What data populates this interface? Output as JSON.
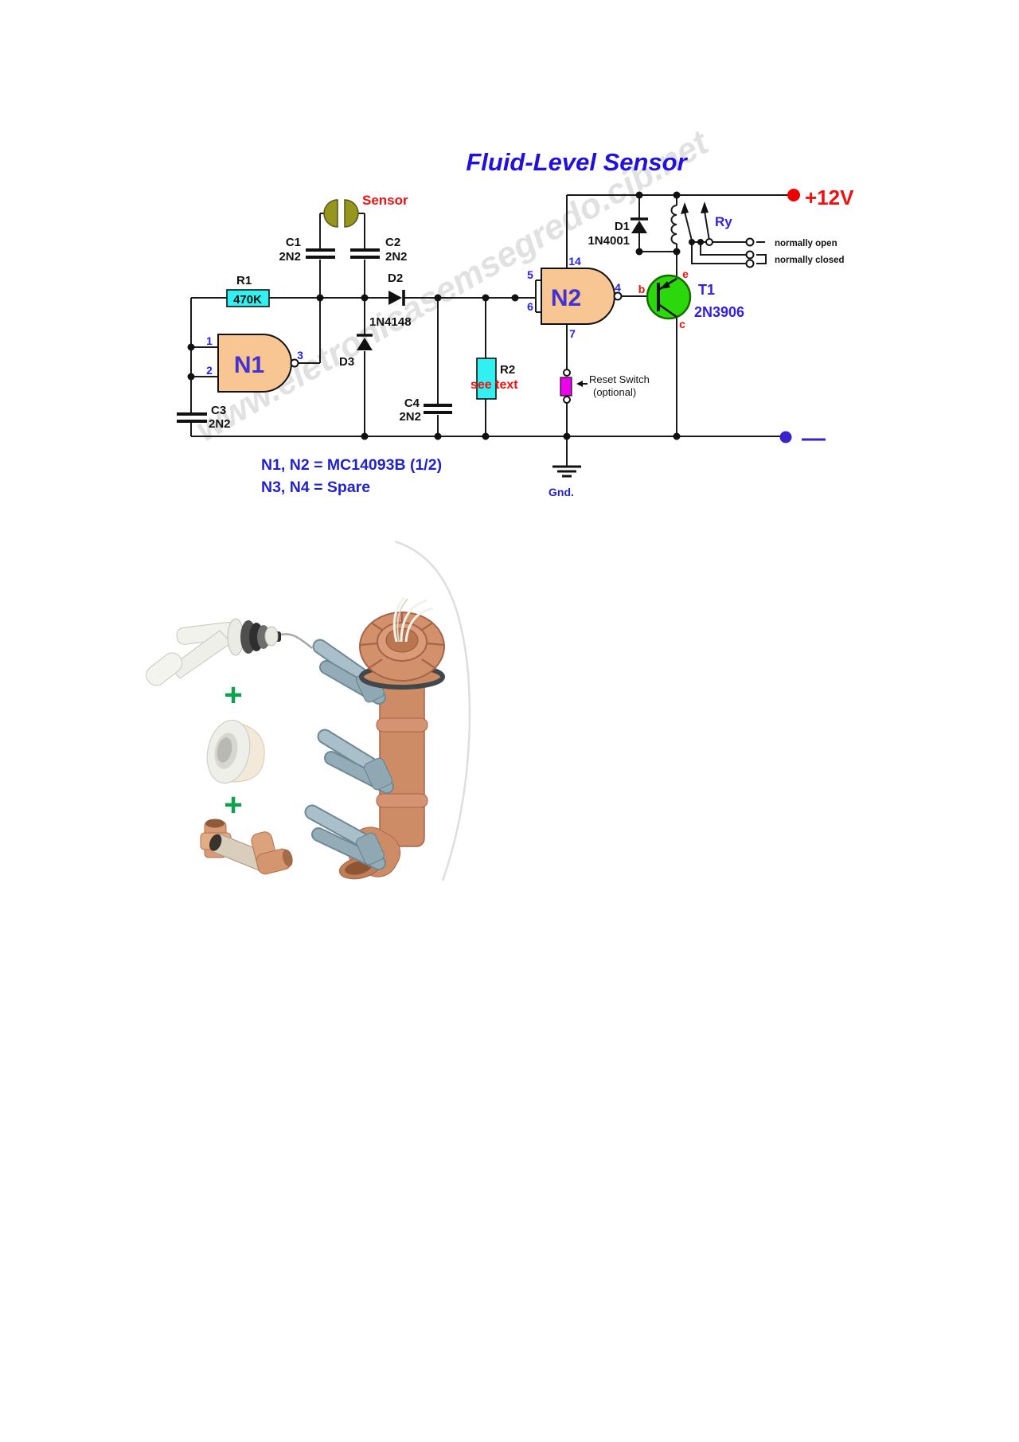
{
  "schematic": {
    "title": "Fluid-Level Sensor",
    "watermark": "www.eletronicasemsegredo.cjb.net",
    "sensor_label": "Sensor",
    "power": {
      "positive": "+12V",
      "negative_symbol": "—",
      "ground": "Gnd."
    },
    "components": {
      "r1": {
        "ref": "R1",
        "value": "470K"
      },
      "r2": {
        "ref": "R2",
        "value": "see text"
      },
      "c1": {
        "ref": "C1",
        "value": "2N2"
      },
      "c2": {
        "ref": "C2",
        "value": "2N2"
      },
      "c3": {
        "ref": "C3",
        "value": "2N2"
      },
      "c4": {
        "ref": "C4",
        "value": "2N2"
      },
      "d1": {
        "ref": "D1",
        "value": "1N4001"
      },
      "d2": {
        "ref": "D2",
        "value": "1N4148"
      },
      "d3": {
        "ref": "D3"
      },
      "n1": {
        "ref": "N1"
      },
      "n2": {
        "ref": "N2"
      },
      "t1": {
        "ref": "T1",
        "value": "2N3906"
      },
      "relay": {
        "ref": "Ry",
        "contact_no": "normally open",
        "contact_nc": "normally closed"
      },
      "reset_switch": {
        "label": "Reset Switch",
        "note": "(optional)"
      }
    },
    "pins": {
      "n1_in1": "1",
      "n1_in2": "2",
      "n1_out": "3",
      "n2_in1": "5",
      "n2_in2": "6",
      "n2_out": "4",
      "n2_vdd": "14",
      "n2_gnd": "7"
    },
    "transistor_terminals": {
      "e": "e",
      "b": "b",
      "c": "c"
    },
    "notes": [
      "N1, N2 = MC14093B (1/2)",
      "N3, N4 = Spare"
    ],
    "colors": {
      "gate_fill": "#F7C693",
      "transistor_green": "#2BD80B",
      "cyan_box": "#33F0F0",
      "magenta_switch": "#EE00EE",
      "sensor_olive": "#96961E",
      "terminal_red": "#EE0000",
      "terminal_minus": "#3A22CC",
      "blue_text": "#2211DD",
      "red_text": "#EE1111"
    }
  },
  "photos": {
    "plus_sign": "+"
  }
}
